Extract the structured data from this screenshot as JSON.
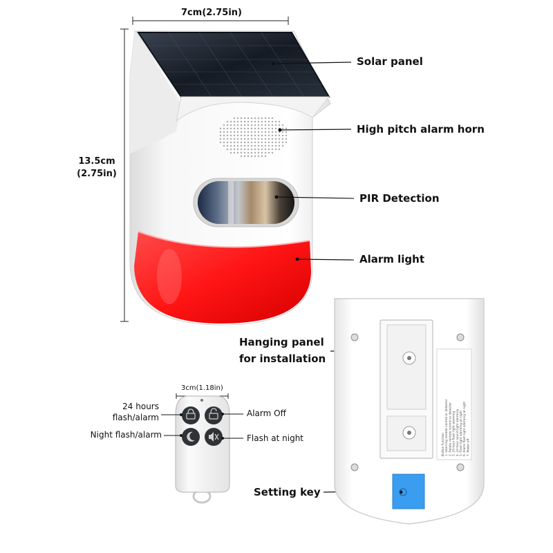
{
  "dimensions": {
    "width_label": "7cm(2.75in)",
    "height_label_line1": "13.5cm",
    "height_label_line2": "(2.75in)",
    "remote_width_label": "3cm(1.18in)"
  },
  "callouts": {
    "solar_panel": "Solar panel",
    "alarm_horn": "High pitch alarm horn",
    "pir_detection": "PIR Detection",
    "alarm_light": "Alarm light",
    "hanging_panel_line1": "Hanging panel",
    "hanging_panel_line2": "for installation",
    "setting_key": "Setting key"
  },
  "remote": {
    "btn_24h_line1": "24 hours",
    "btn_24h_line2": "flash/alarm",
    "btn_alarm_off": "Alarm Off",
    "btn_night": "Night flash/alarm",
    "btn_flash_night": "Flash at night"
  },
  "back_panel": {
    "label_title": "Button Function",
    "label_lines": [
      "1. Learning remote control or detector",
      "2. Delete remote control or detector",
      "3. 24-hour flash light alarming",
      "4. 24-hour sound light alarming",
      "5. Flash light alarming at night",
      "6. Alarm flash light alarming at night",
      "7. Power off"
    ]
  },
  "colors": {
    "alarm_red": "#ff1a1a",
    "setting_key_blue": "#3a9df0",
    "solar_dark": "#1e2630",
    "body_white": "#f5f5f5",
    "remote_button": "#2f3336"
  },
  "icons": {
    "remote_b1": "lock-icon",
    "remote_b2": "unlock-icon",
    "remote_b3": "moon-icon",
    "remote_b4": "mute-icon"
  }
}
